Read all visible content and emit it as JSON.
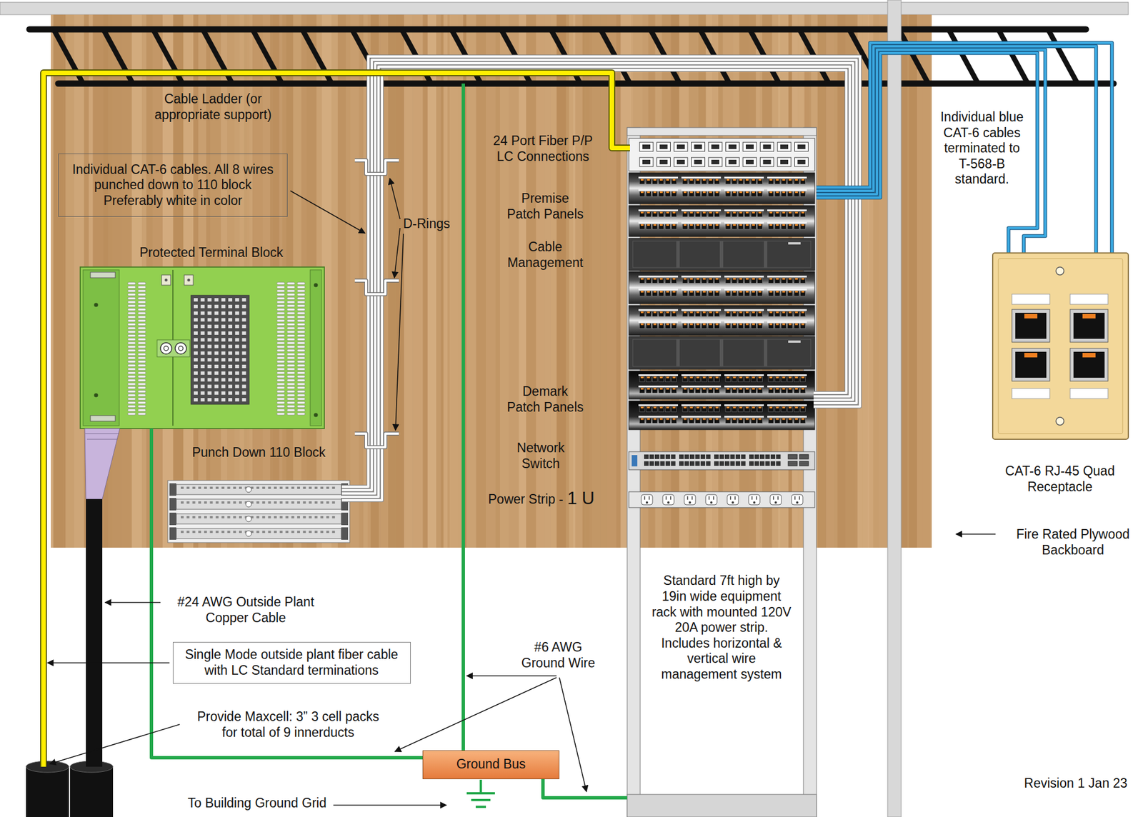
{
  "diagram": {
    "nodes": [
      {
        "text": [
          "Individual CAT-6 cables. All 8 wires punched down to 110 block Preferably white in color"
        ]
      },
      {
        "text": [
          "Single Mode outside plant fiber cable with LC Standard terminations"
        ]
      },
      {
        "text": [
          "Ground Bus"
        ]
      }
    ],
    "labels": [
      "Cable Ladder (or appropriate support)",
      "24 Port Fiber P/P LC Connections",
      "Individual blue CAT-6 cables terminated to T-568-B standard.",
      "Premise Patch Panels",
      "D-Rings",
      "Cable Management",
      "Protected Terminal Block",
      "Demark Patch Panels",
      "Punch Down 110 Block",
      "Network Switch",
      "CAT-6 RJ-45 Quad Receptacle",
      "Power Strip -",
      "1 U",
      "Fire Rated Plywood Backboard",
      "#24 AWG Outside Plant Copper Cable",
      "Standard 7ft high by 19in wide equipment rack with mounted 120V 20A power strip. Includes horizontal & vertical wire management system",
      "#6 AWG Ground Wire",
      "Provide Maxcell: 3” 3 cell packs for total of 9 innerducts",
      "Revision 1 Jan 23",
      "To Building Ground Grid"
    ]
  }
}
